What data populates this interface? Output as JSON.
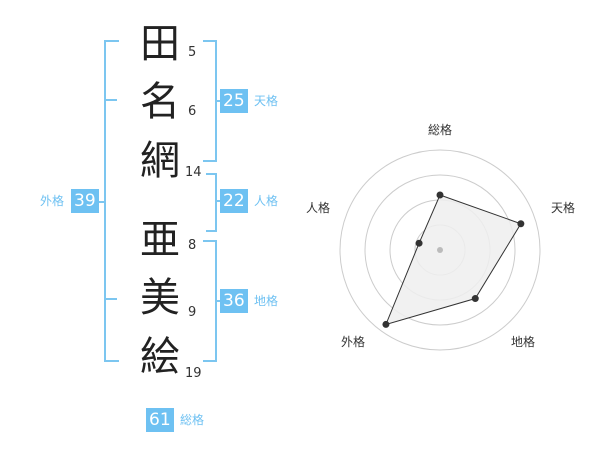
{
  "name_chars": [
    {
      "char": "田",
      "strokes": "5"
    },
    {
      "char": "名",
      "strokes": "6"
    },
    {
      "char": "網",
      "strokes": "14"
    },
    {
      "char": "亜",
      "strokes": "8"
    },
    {
      "char": "美",
      "strokes": "9"
    },
    {
      "char": "絵",
      "strokes": "19"
    }
  ],
  "kakusu": {
    "tenkaku": {
      "value": "25",
      "label": "天格"
    },
    "jinkaku": {
      "value": "22",
      "label": "人格"
    },
    "chikaku": {
      "value": "36",
      "label": "地格"
    },
    "gaikaku": {
      "value": "39",
      "label": "外格"
    },
    "soukaku": {
      "value": "61",
      "label": "総格"
    }
  },
  "radar": {
    "labels": [
      "総格",
      "天格",
      "地格",
      "外格",
      "人格"
    ],
    "scores": [
      0.55,
      0.85,
      0.6,
      0.92,
      0.22
    ],
    "colors": {
      "grid": "#cccccc",
      "fill": "#eeeeee",
      "line": "#333333",
      "point": "#333333"
    }
  }
}
